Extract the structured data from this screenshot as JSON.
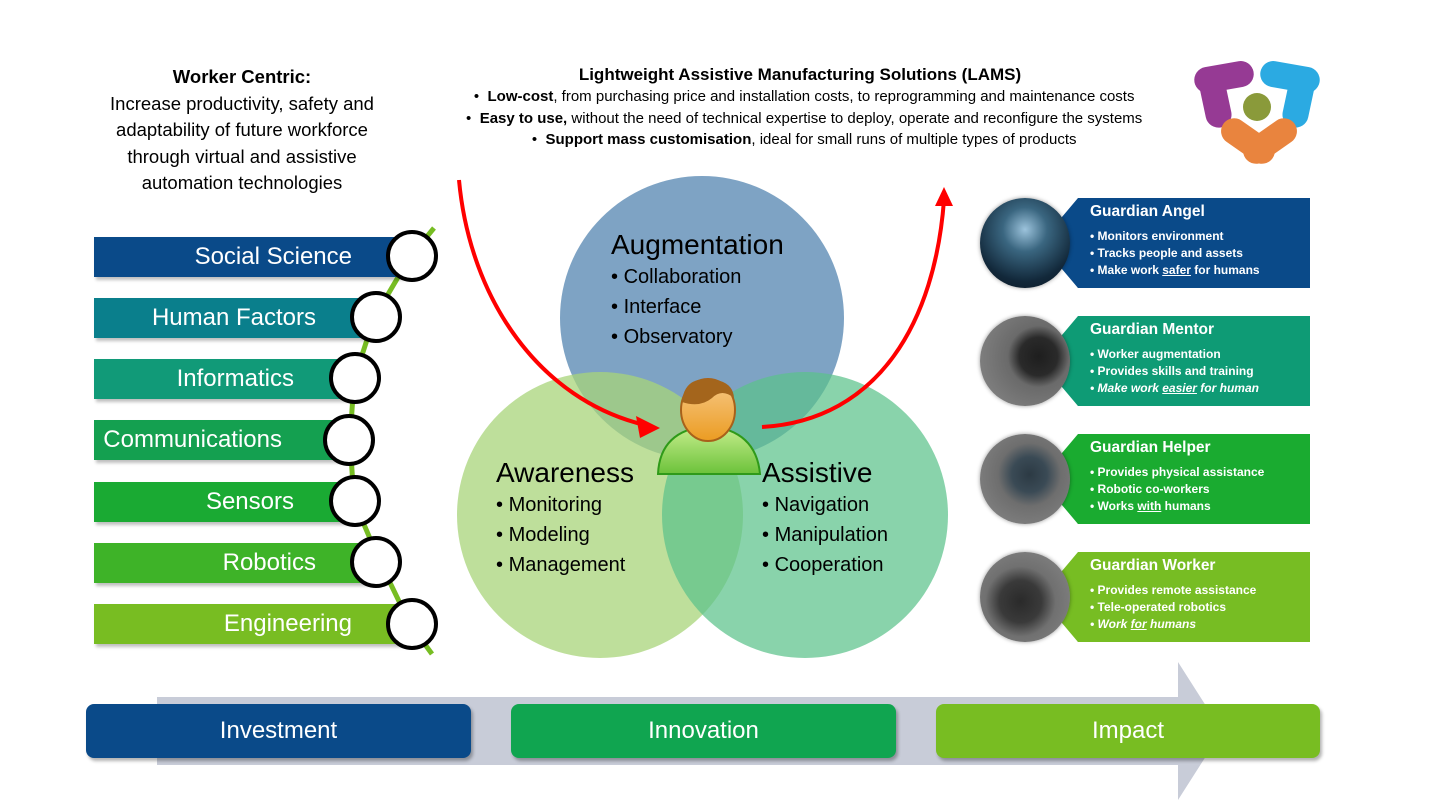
{
  "worker_centric": {
    "title": "Worker Centric:",
    "lines": [
      "Increase productivity, safety and",
      "adaptability of future workforce",
      "through virtual and assistive",
      "automation technologies"
    ]
  },
  "lams": {
    "title": "Lightweight Assistive Manufacturing Solutions (LAMS)",
    "bullets": [
      {
        "bold": "Low-cost",
        "rest": ", from purchasing price and installation costs, to reprogramming and maintenance costs"
      },
      {
        "bold": "Easy to use,",
        "rest": " without the need of technical expertise to deploy, operate and reconfigure the systems"
      },
      {
        "bold": "Support mass customisation",
        "rest": ", ideal for small runs of multiple types of products"
      }
    ]
  },
  "logo": {
    "icon": "organization-logo-icon",
    "colors": [
      "#8e2a8b",
      "#1aa3e0",
      "#e87a2e",
      "#8a9a3a"
    ]
  },
  "disciplines": [
    {
      "label": "Social Science",
      "color": "#0a4a89"
    },
    {
      "label": "Human Factors",
      "color": "#0a7f8c"
    },
    {
      "label": "Informatics",
      "color": "#119a78"
    },
    {
      "label": "Communications",
      "color": "#14a050"
    },
    {
      "label": "Sensors",
      "color": "#1aaa33"
    },
    {
      "label": "Robotics",
      "color": "#3eb328"
    },
    {
      "label": "Engineering",
      "color": "#78bd22"
    }
  ],
  "venn": {
    "augmentation": {
      "title": "Augmentation",
      "items": [
        "Collaboration",
        "Interface",
        "Observatory"
      ],
      "color": "#7ea3c4"
    },
    "awareness": {
      "title": "Awareness",
      "items": [
        "Monitoring",
        "Modeling",
        "Management"
      ],
      "color": "#bedf95"
    },
    "assistive": {
      "title": "Assistive",
      "items": [
        "Navigation",
        "Manipulation",
        "Cooperation"
      ],
      "color": "#86d1a8"
    },
    "center_icon": "worker-person-icon"
  },
  "guardians": [
    {
      "title": "Guardian Angel",
      "color": "#0a4a89",
      "items": [
        {
          "pre": "Monitors environment",
          "u": "",
          "post": "",
          "italic": false
        },
        {
          "pre": "Tracks people and assets",
          "u": "",
          "post": "",
          "italic": false
        },
        {
          "pre": "Make work ",
          "u": "safer",
          "post": " for humans",
          "italic": false
        }
      ],
      "photo": "guardian-angel-image"
    },
    {
      "title": "Guardian Mentor",
      "color": "#0e9b75",
      "items": [
        {
          "pre": "Worker augmentation",
          "u": "",
          "post": "",
          "italic": false
        },
        {
          "pre": "Provides skills and training",
          "u": "",
          "post": "",
          "italic": false
        },
        {
          "pre": "Make work ",
          "u": "easier",
          "post": " for human",
          "italic": true
        }
      ],
      "photo": "guardian-mentor-image"
    },
    {
      "title": "Guardian Helper",
      "color": "#1aab30",
      "items": [
        {
          "pre": "Provides physical assistance",
          "u": "",
          "post": "",
          "italic": false
        },
        {
          "pre": "Robotic co-workers",
          "u": "",
          "post": "",
          "italic": false
        },
        {
          "pre": "Works ",
          "u": "with",
          "post": " humans",
          "italic": false
        }
      ],
      "photo": "guardian-helper-image"
    },
    {
      "title": "Guardian Worker",
      "color": "#77bd23",
      "items": [
        {
          "pre": "Provides remote assistance",
          "u": "",
          "post": "",
          "italic": false
        },
        {
          "pre": "Tele-operated robotics",
          "u": "",
          "post": "",
          "italic": false
        },
        {
          "pre": "Work ",
          "u": "for",
          "post": " humans",
          "italic": true
        }
      ],
      "photo": "guardian-worker-image"
    }
  ],
  "stages": [
    {
      "label": "Investment",
      "color": "#0a4a89"
    },
    {
      "label": "Innovation",
      "color": "#10a550"
    },
    {
      "label": "Impact",
      "color": "#78bd22"
    }
  ],
  "colors": {
    "flow_arrow": "#ff0000",
    "timeline_arrow": "#c8ccd8",
    "chain": "#77bd23"
  }
}
